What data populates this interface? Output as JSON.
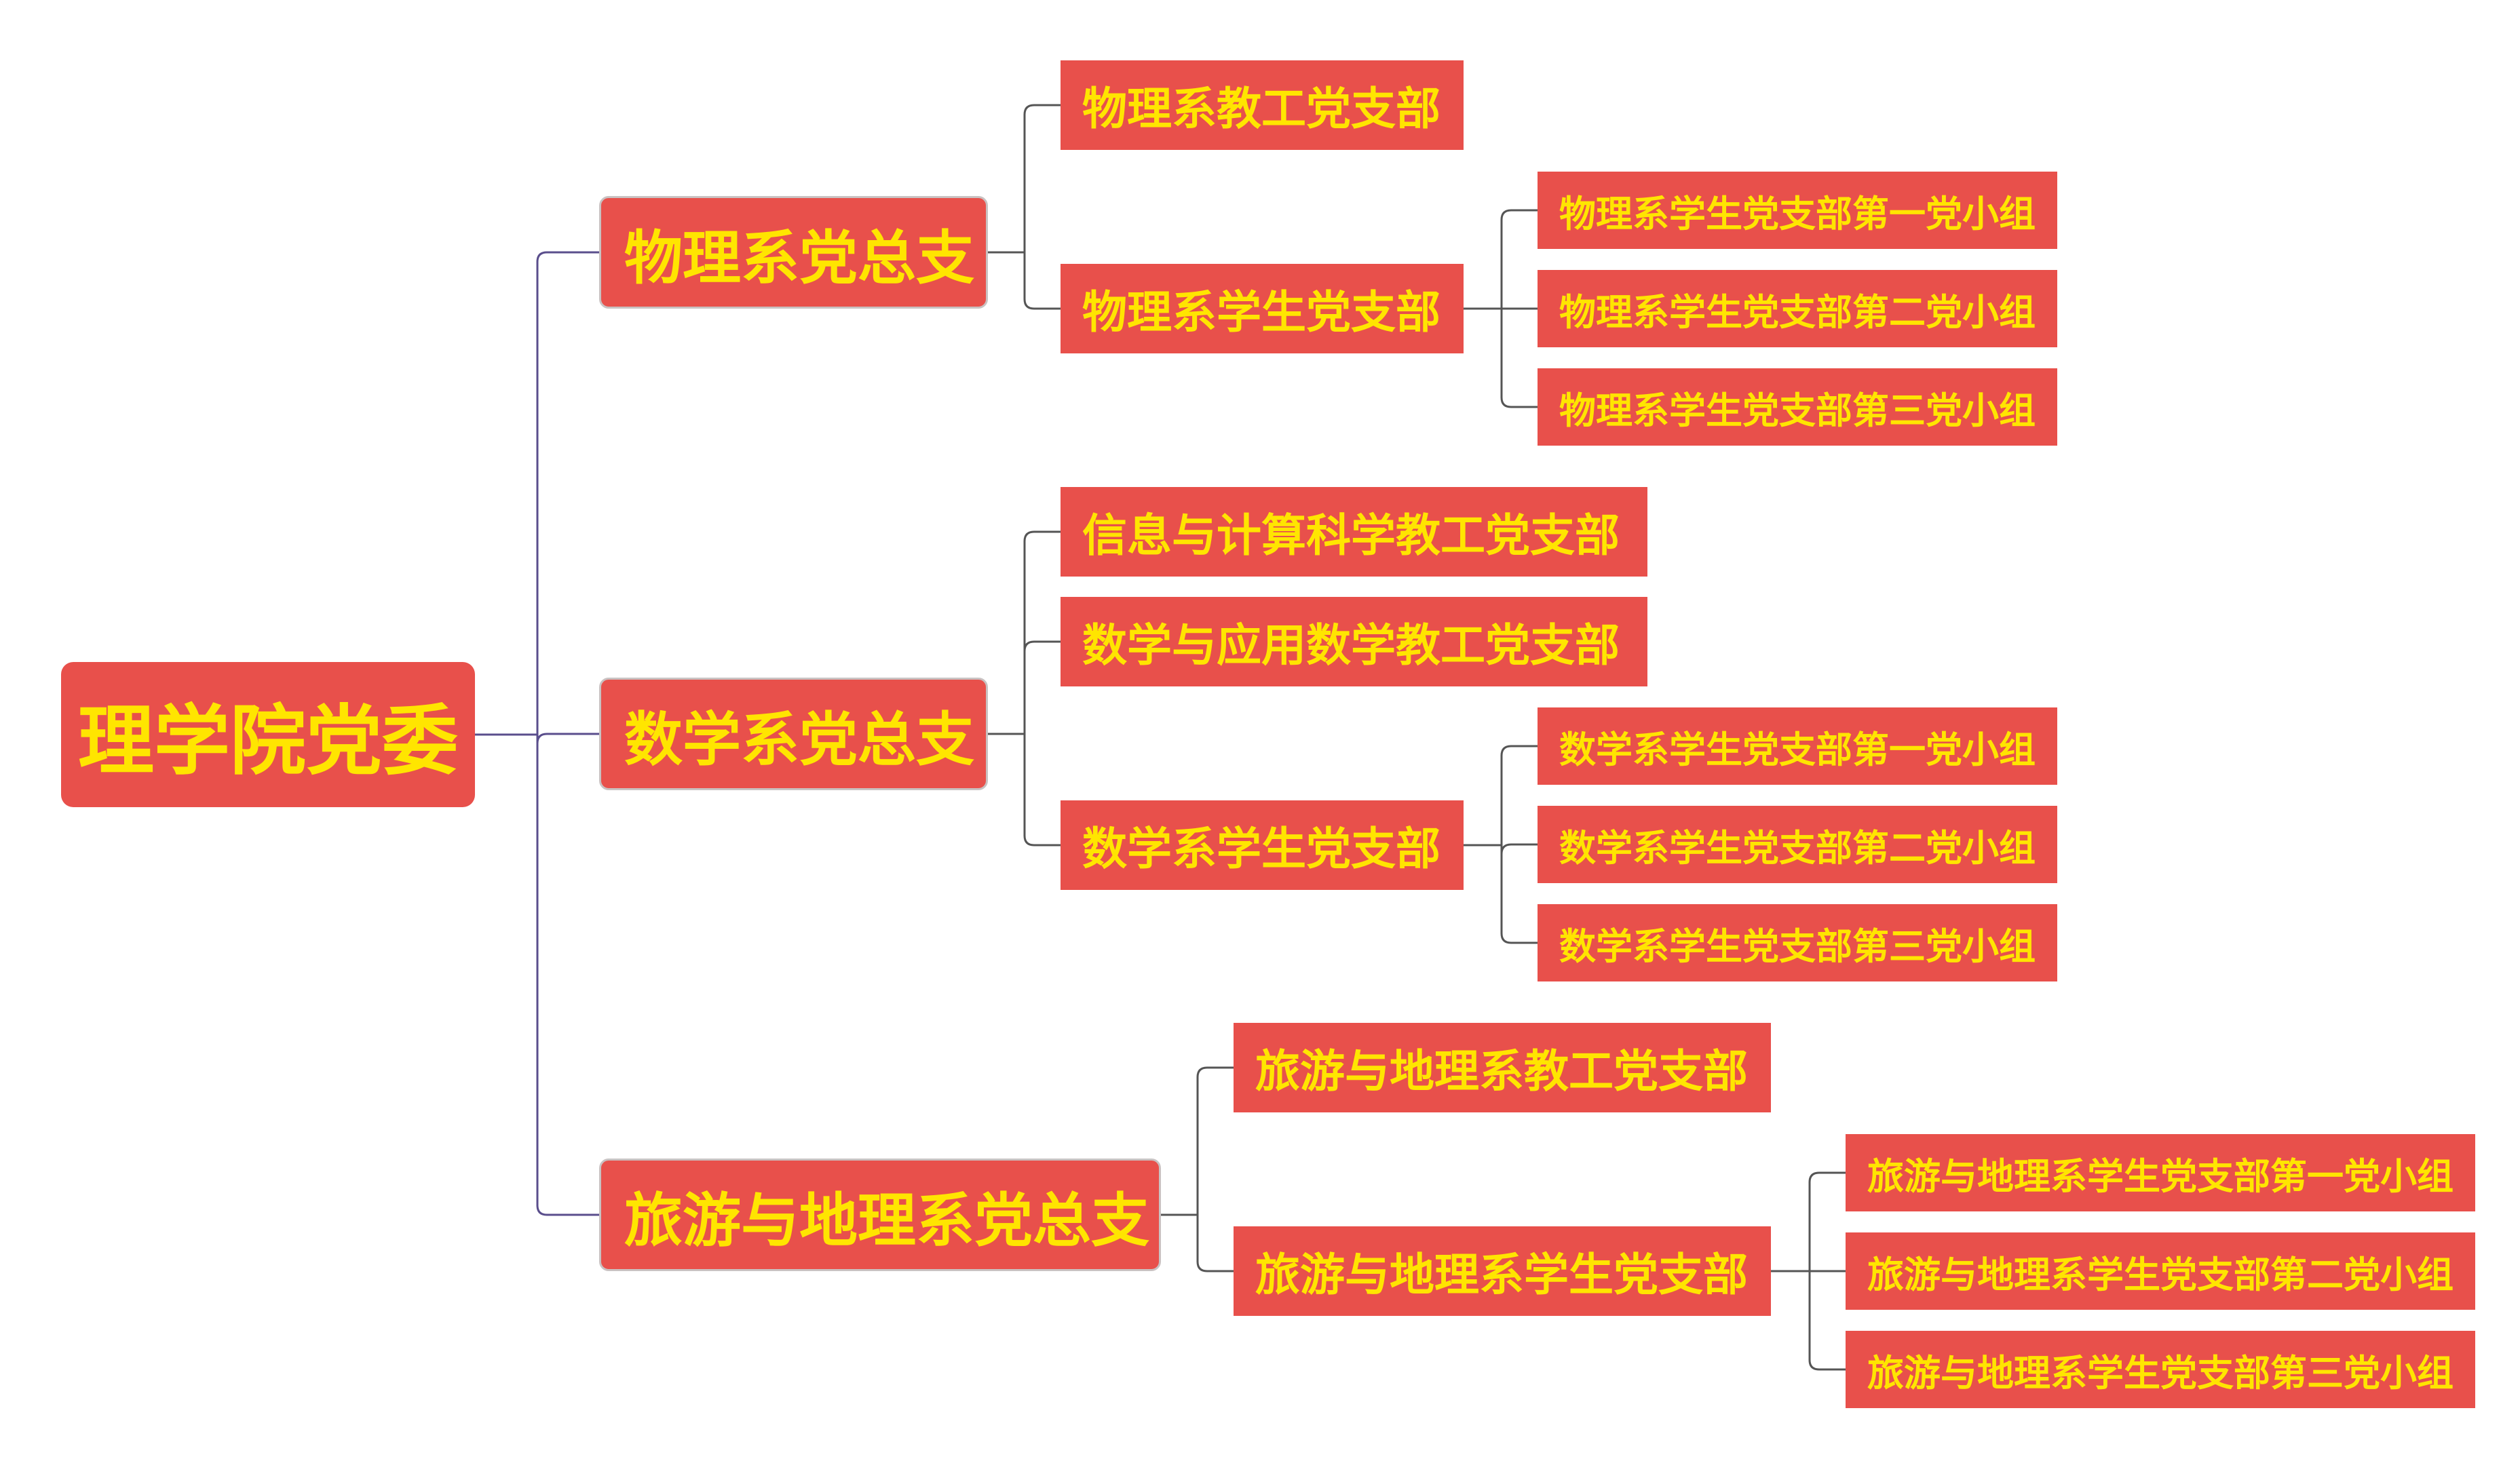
{
  "root": "理学院党委",
  "branches": [
    {
      "label": "物理系党总支",
      "children": [
        {
          "label": "物理系教工党支部",
          "children": []
        },
        {
          "label": "物理系学生党支部",
          "children": [
            "物理系学生党支部第一党小组",
            "物理系学生党支部第二党小组",
            "物理系学生党支部第三党小组"
          ]
        }
      ]
    },
    {
      "label": "数学系党总支",
      "children": [
        {
          "label": "信息与计算科学教工党支部",
          "children": []
        },
        {
          "label": "数学与应用数学教工党支部",
          "children": []
        },
        {
          "label": "数学系学生党支部",
          "children": [
            "数学系学生党支部第一党小组",
            "数学系学生党支部第二党小组",
            "数学系学生党支部第三党小组"
          ]
        }
      ]
    },
    {
      "label": "旅游与地理系党总支",
      "children": [
        {
          "label": "旅游与地理系教工党支部",
          "children": []
        },
        {
          "label": "旅游与地理系学生党支部",
          "children": [
            "旅游与地理系学生党支部第一党小组",
            "旅游与地理系学生党支部第二党小组",
            "旅游与地理系学生党支部第三党小组"
          ]
        }
      ]
    }
  ],
  "colors": {
    "node_fill": "#e8504b",
    "node_text": "#ffe500",
    "connector_root": "#5a4e8c",
    "connector": "#555555"
  }
}
